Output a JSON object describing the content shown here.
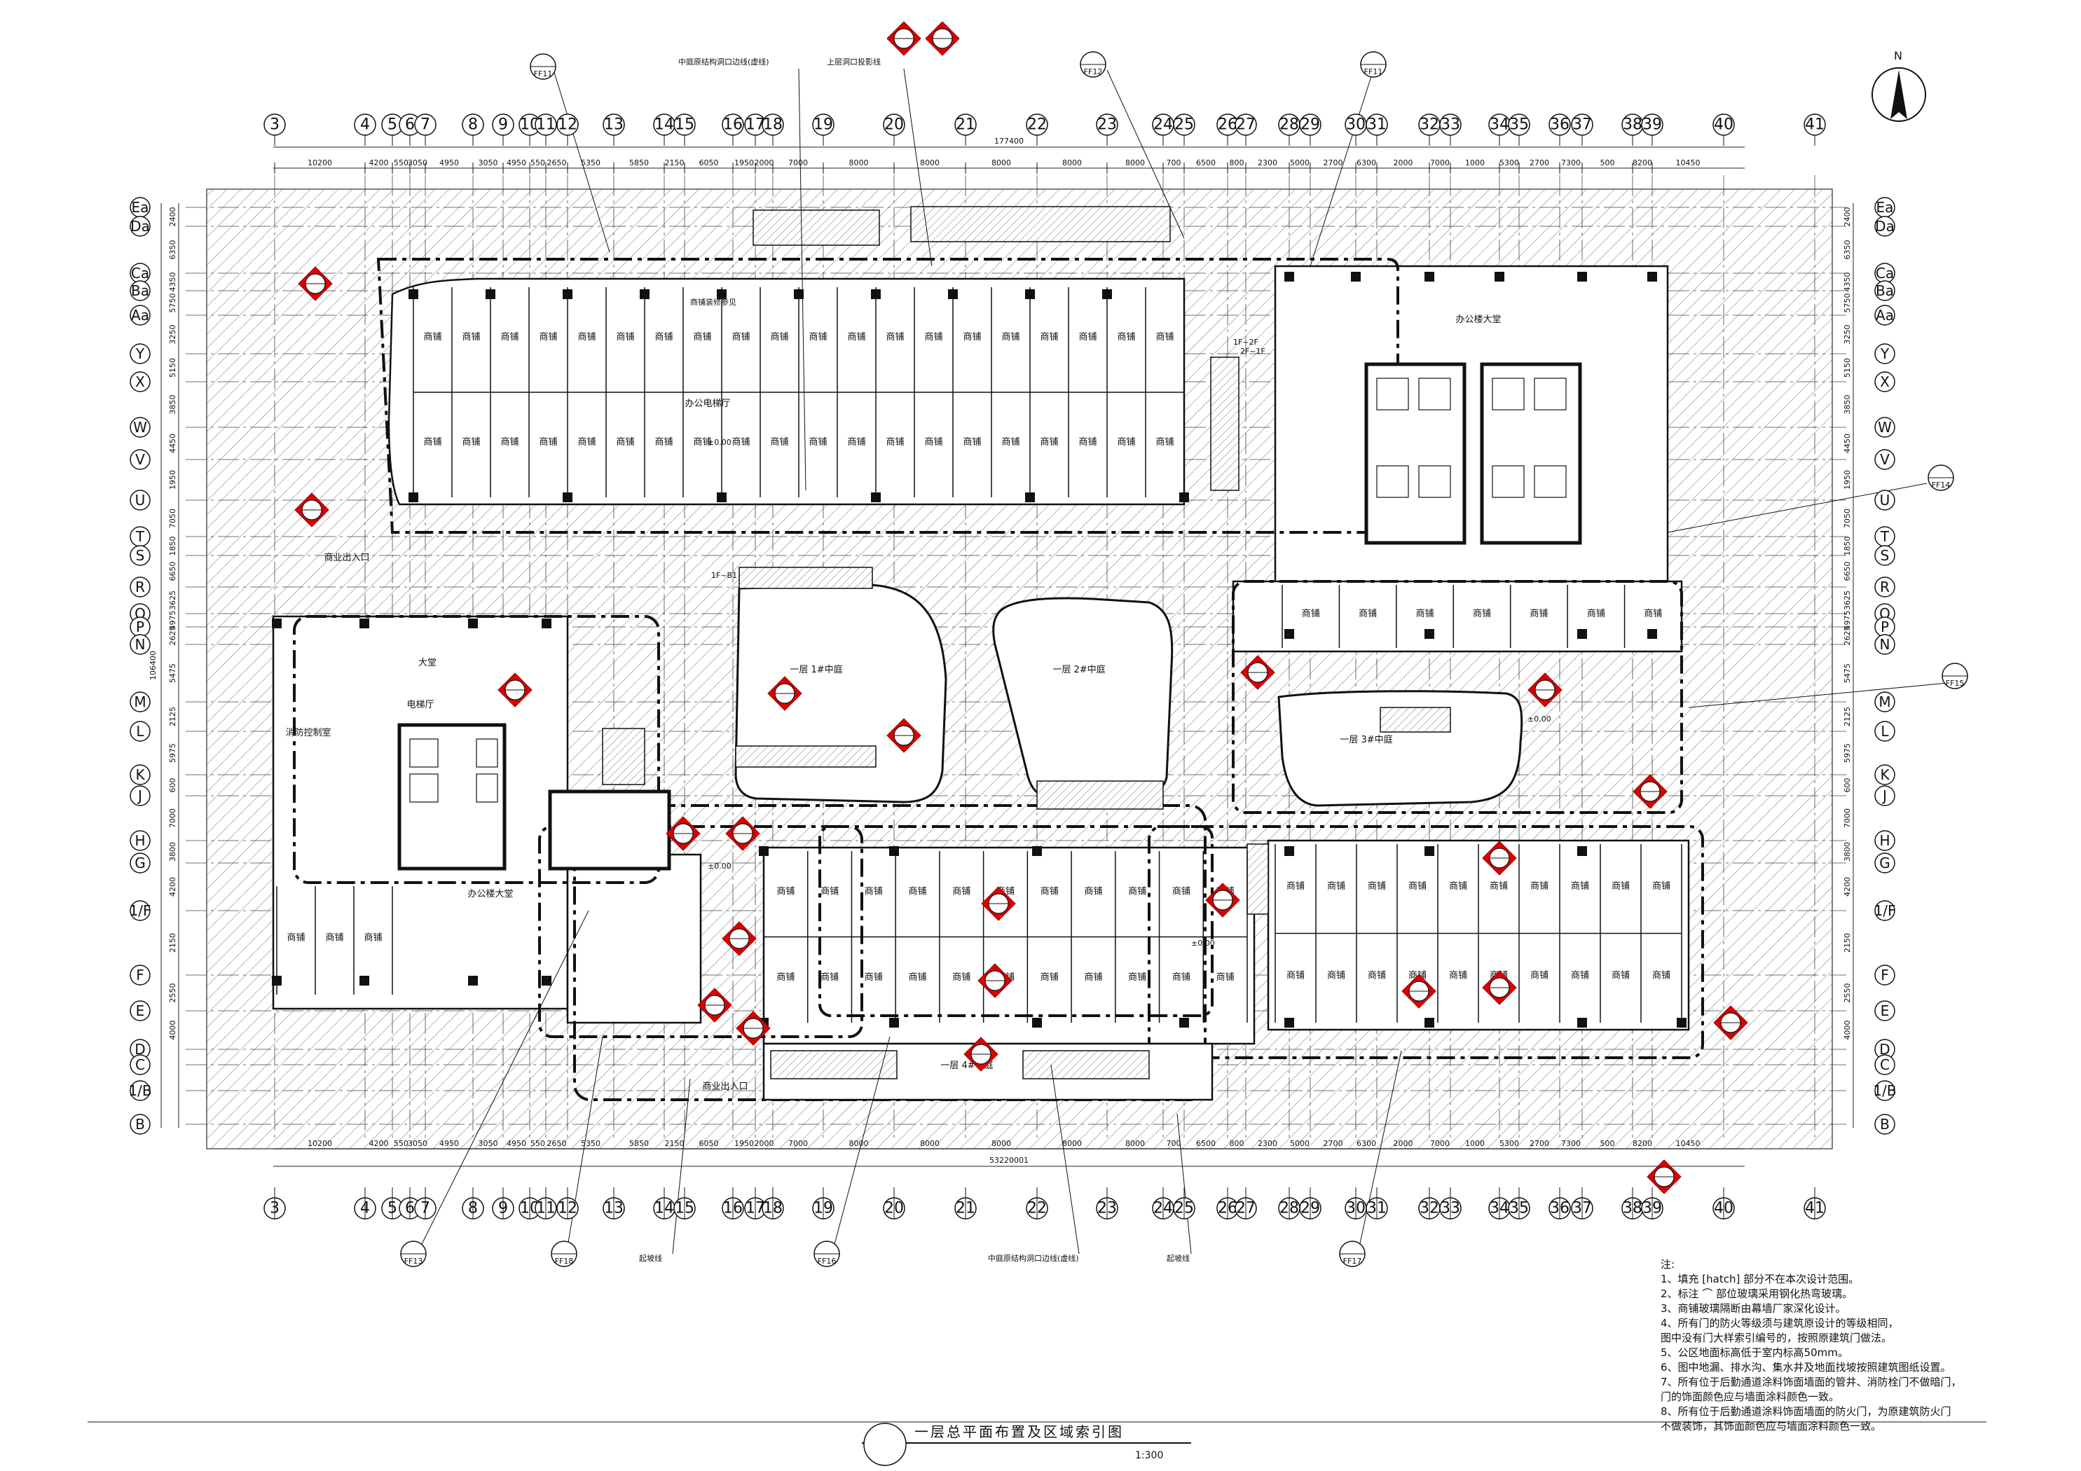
{
  "drawing": {
    "title": "一层总平面布置及区域索引图",
    "scale": "1:300",
    "north": "N"
  },
  "grid_columns": [
    "3",
    "4",
    "5",
    "6",
    "7",
    "8",
    "9",
    "10",
    "11",
    "12",
    "13",
    "14",
    "15",
    "16",
    "17",
    "18",
    "19",
    "20",
    "21",
    "22",
    "23",
    "24",
    "25",
    "26",
    "27",
    "28",
    "29",
    "30",
    "31",
    "32",
    "33",
    "34",
    "35",
    "36",
    "37",
    "38",
    "39",
    "40",
    "41"
  ],
  "grid_rows_left": [
    "Ea",
    "Da",
    "Ca",
    "Ba",
    "Aa",
    "Y",
    "X",
    "W",
    "V",
    "U",
    "T",
    "S",
    "R",
    "Q",
    "P",
    "N",
    "M",
    "L",
    "K",
    "J",
    "H",
    "G",
    "1/F",
    "F",
    "E",
    "D",
    "C",
    "1/B",
    "B"
  ],
  "dims": {
    "top_total": "177400",
    "bottom_total": "53220001",
    "left_total": "106400",
    "segments_top": [
      "10200",
      "4200",
      "550",
      "3050",
      "4950",
      "3050",
      "4950",
      "550",
      "2650",
      "5350",
      "5850",
      "2150",
      "6050",
      "1950",
      "2000",
      "7000",
      "8000",
      "8000",
      "8000",
      "8000",
      "8000",
      "700",
      "6500",
      "800",
      "2300",
      "5000",
      "2700",
      "6300",
      "2000",
      "7000",
      "1000",
      "5300",
      "2700",
      "7300",
      "500",
      "8200",
      "10450"
    ],
    "segments_left": [
      "2400",
      "6350",
      "4350",
      "5750",
      "3250",
      "5150",
      "3850",
      "4450",
      "1950",
      "7050",
      "1850",
      "6650",
      "3625",
      "4975",
      "2625",
      "5475",
      "2125",
      "5975",
      "600",
      "7000",
      "3800",
      "4200",
      "2150",
      "2550",
      "4000"
    ]
  },
  "annotations": {
    "top_a": "中庭原结构洞口边线(虚线)",
    "top_b": "上层洞口投影线",
    "bottom_a": "中庭原结构洞口边线(虚线)",
    "bottom_b": "起坡线",
    "bottom_c": "起坡线",
    "elev": "±0.00"
  },
  "index_tags": [
    "FF11",
    "FF12",
    "FF11",
    "FF14",
    "FF15",
    "FF13",
    "FF16",
    "FF17",
    "FF18"
  ],
  "rooms": {
    "shop": "商铺",
    "office_lobby": "办公楼大堂",
    "atrium1": "一层 1#中庭",
    "atrium2": "一层 2#中庭",
    "atrium3": "一层 3#中庭",
    "atrium4": "一层 4#中庭",
    "entrance": "商业出入口",
    "lobby": "大堂",
    "fire_control": "消防控制室",
    "elevator_hall": "电梯厅",
    "office_elev": "办公电梯厅",
    "escalator_up": "1F~2F",
    "escalator_dn": "2F~1F",
    "escalator_b1": "1F~B1",
    "guide": "商铺装修参见"
  },
  "notes_title": "注:",
  "notes": [
    "1、填充 [hatch] 部分不在本次设计范围。",
    "2、标注 ⌒ 部位玻璃采用钢化热弯玻璃。",
    "3、商铺玻璃隔断由幕墙厂家深化设计。",
    "4、所有门的防火等级须与建筑原设计的等级相同，",
    "   图中没有门大样索引编号的，按照原建筑门做法。",
    "5、公区地面标高低于室内标高50mm。",
    "6、图中地漏、排水沟、集水井及地面找坡按照建筑图纸设置。",
    "7、所有位于后勤通道涂料饰面墙面的管井、消防栓门不做暗门，",
    "   门的饰面颜色应与墙面涂料颜色一致。",
    "8、所有位于后勤通道涂料饰面墙面的防火门，为原建筑防火门",
    "   不做装饰，其饰面颜色应与墙面涂料颜色一致。"
  ]
}
